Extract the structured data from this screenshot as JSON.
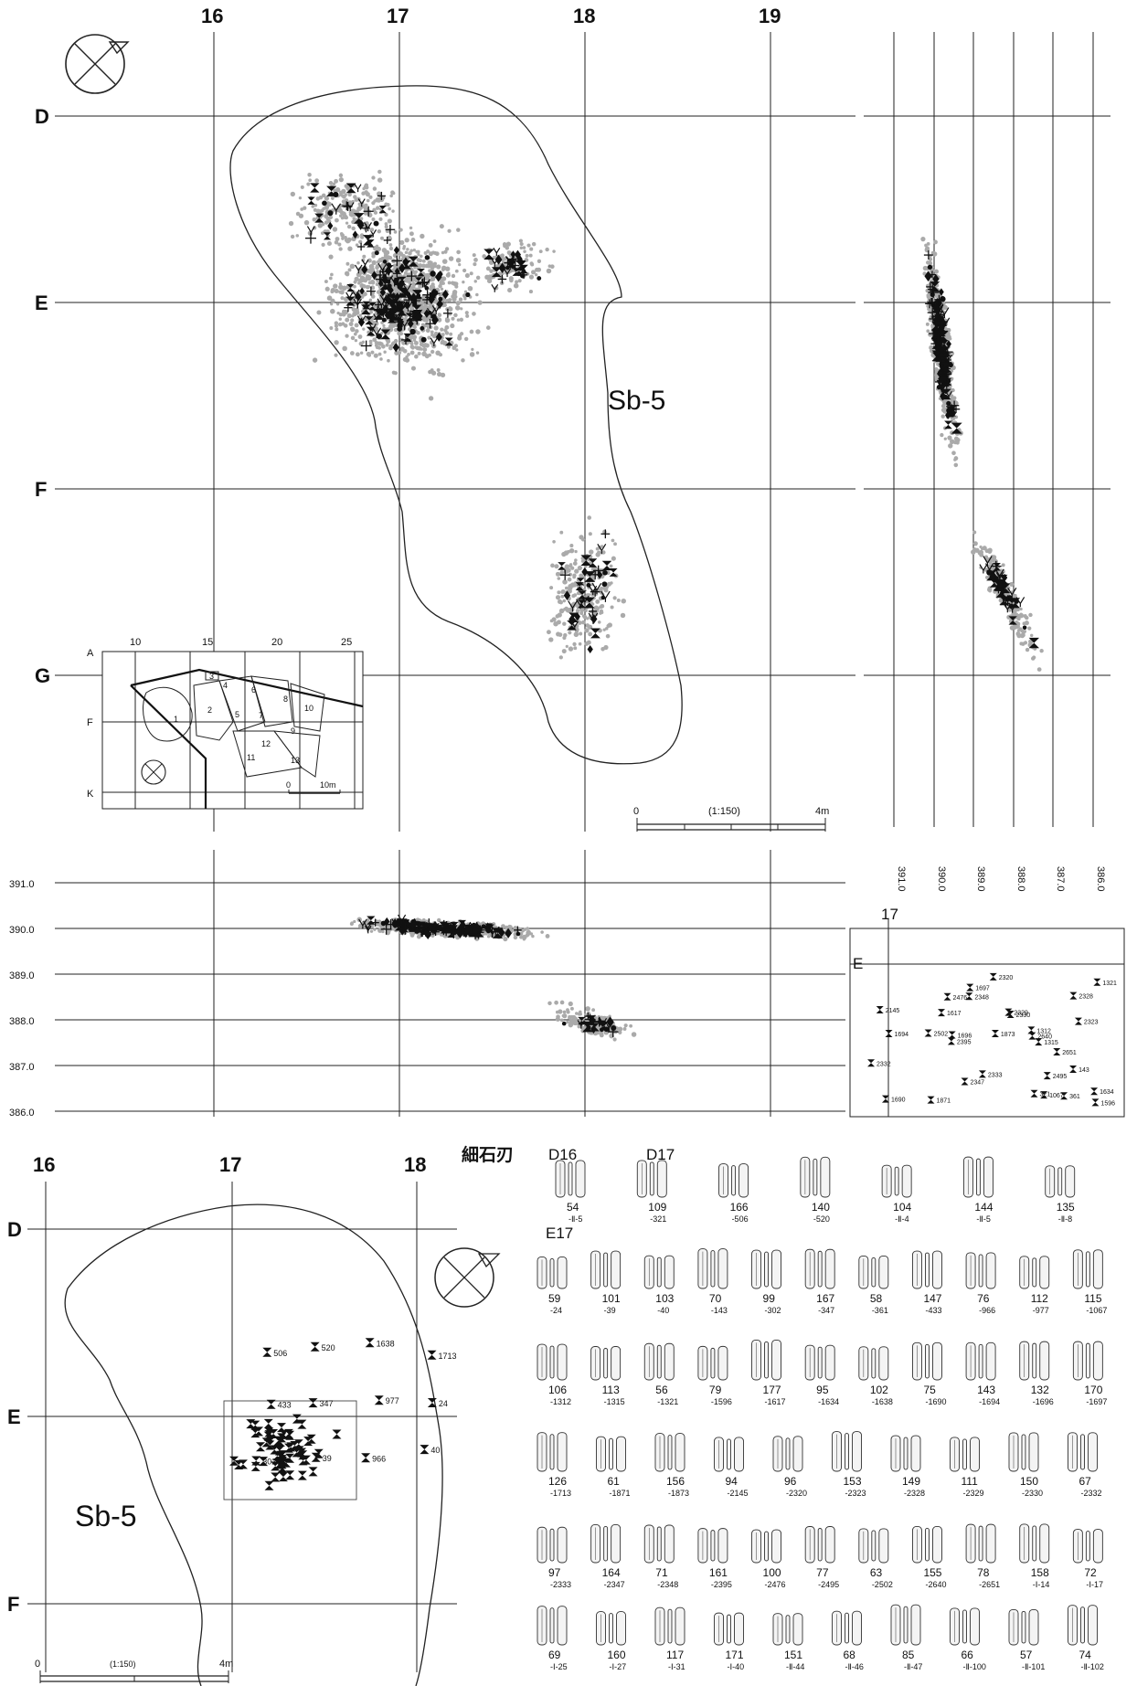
{
  "plan_main": {
    "col_labels": [
      "16",
      "17",
      "18",
      "19"
    ],
    "row_labels": [
      "D",
      "E",
      "F",
      "G"
    ],
    "site_label": "Sb-5",
    "scale": {
      "start": "0",
      "ratio": "(1:150)",
      "end": "4m"
    }
  },
  "inset": {
    "col_labels": [
      "10",
      "15",
      "20",
      "25"
    ],
    "row_labels": [
      "A",
      "F",
      "K"
    ],
    "area_numbers": [
      "1",
      "2",
      "3",
      "4",
      "5",
      "6",
      "7",
      "8",
      "9",
      "10",
      "11",
      "12",
      "13"
    ],
    "scale": {
      "start": "0",
      "end": "10m"
    }
  },
  "profile_right": {
    "elevations": [
      "391.0",
      "390.0",
      "389.0",
      "388.0",
      "387.0",
      "386.0"
    ]
  },
  "profile_bottom": {
    "elevations": [
      "391.0",
      "390.0",
      "389.0",
      "388.0",
      "387.0",
      "386.0"
    ]
  },
  "detail_box": {
    "col_label": "17",
    "row_label": "E",
    "ids": [
      "321",
      "2651",
      "2640",
      "2502",
      "2328",
      "1873",
      "1312",
      "2329",
      "2333",
      "2476",
      "1617",
      "143",
      "2320",
      "2395",
      "2332",
      "2330",
      "2145",
      "1871",
      "2323",
      "1067",
      "1634",
      "1315",
      "2495",
      "2347",
      "1697",
      "2348",
      "1321",
      "1696",
      "1694",
      "1596",
      "361",
      "1690"
    ]
  },
  "plan_lower": {
    "col_labels": [
      "16",
      "17",
      "18"
    ],
    "row_labels": [
      "D",
      "E",
      "F"
    ],
    "site_label": "Sb-5",
    "ids": [
      "506",
      "520",
      "1638",
      "1713",
      "433",
      "347",
      "977",
      "24",
      "302",
      "39",
      "966",
      "40"
    ],
    "scale": {
      "start": "0",
      "ratio": "(1:150)",
      "end": "4m"
    }
  },
  "artifacts": {
    "title": "細石刃",
    "group_d16": "D16",
    "group_d17": "D17",
    "group_e17": "E17",
    "rows": [
      [
        [
          "54",
          "-Ⅱ-5"
        ],
        [
          "109",
          "-321"
        ],
        [
          "166",
          "-506"
        ],
        [
          "140",
          "-520"
        ],
        [
          "104",
          "-Ⅱ-4"
        ],
        [
          "144",
          "-Ⅱ-5"
        ],
        [
          "135",
          "-Ⅱ-8"
        ]
      ],
      [
        [
          "59",
          "-24"
        ],
        [
          "101",
          "-39"
        ],
        [
          "103",
          "-40"
        ],
        [
          "70",
          "-143"
        ],
        [
          "99",
          "-302"
        ],
        [
          "167",
          "-347"
        ],
        [
          "58",
          "-361"
        ],
        [
          "147",
          "-433"
        ],
        [
          "76",
          "-966"
        ],
        [
          "112",
          "-977"
        ],
        [
          "115",
          "-1067"
        ]
      ],
      [
        [
          "106",
          "-1312"
        ],
        [
          "113",
          "-1315"
        ],
        [
          "56",
          "-1321"
        ],
        [
          "79",
          "-1596"
        ],
        [
          "177",
          "-1617"
        ],
        [
          "95",
          "-1634"
        ],
        [
          "102",
          "-1638"
        ],
        [
          "75",
          "-1690"
        ],
        [
          "143",
          "-1694"
        ],
        [
          "132",
          "-1696"
        ],
        [
          "170",
          "-1697"
        ]
      ],
      [
        [
          "126",
          "-1713"
        ],
        [
          "61",
          "-1871"
        ],
        [
          "156",
          "-1873"
        ],
        [
          "94",
          "-2145"
        ],
        [
          "96",
          "-2320"
        ],
        [
          "153",
          "-2323"
        ],
        [
          "149",
          "-2328"
        ],
        [
          "111",
          "-2329"
        ],
        [
          "150",
          "-2330"
        ],
        [
          "67",
          "-2332"
        ]
      ],
      [
        [
          "97",
          "-2333"
        ],
        [
          "164",
          "-2347"
        ],
        [
          "71",
          "-2348"
        ],
        [
          "161",
          "-2395"
        ],
        [
          "100",
          "-2476"
        ],
        [
          "77",
          "-2495"
        ],
        [
          "63",
          "-2502"
        ],
        [
          "155",
          "-2640"
        ],
        [
          "78",
          "-2651"
        ],
        [
          "158",
          "-Ⅰ-14"
        ],
        [
          "72",
          "-Ⅰ-17"
        ]
      ],
      [
        [
          "69",
          "-Ⅰ-25"
        ],
        [
          "160",
          "-Ⅰ-27"
        ],
        [
          "117",
          "-Ⅰ-31"
        ],
        [
          "171",
          "-Ⅰ-40"
        ],
        [
          "151",
          "-Ⅱ-44"
        ],
        [
          "68",
          "-Ⅱ-46"
        ],
        [
          "85",
          "-Ⅱ-47"
        ],
        [
          "66",
          "-Ⅱ-100"
        ],
        [
          "57",
          "-Ⅱ-101"
        ],
        [
          "74",
          "-Ⅱ-102"
        ]
      ]
    ]
  }
}
